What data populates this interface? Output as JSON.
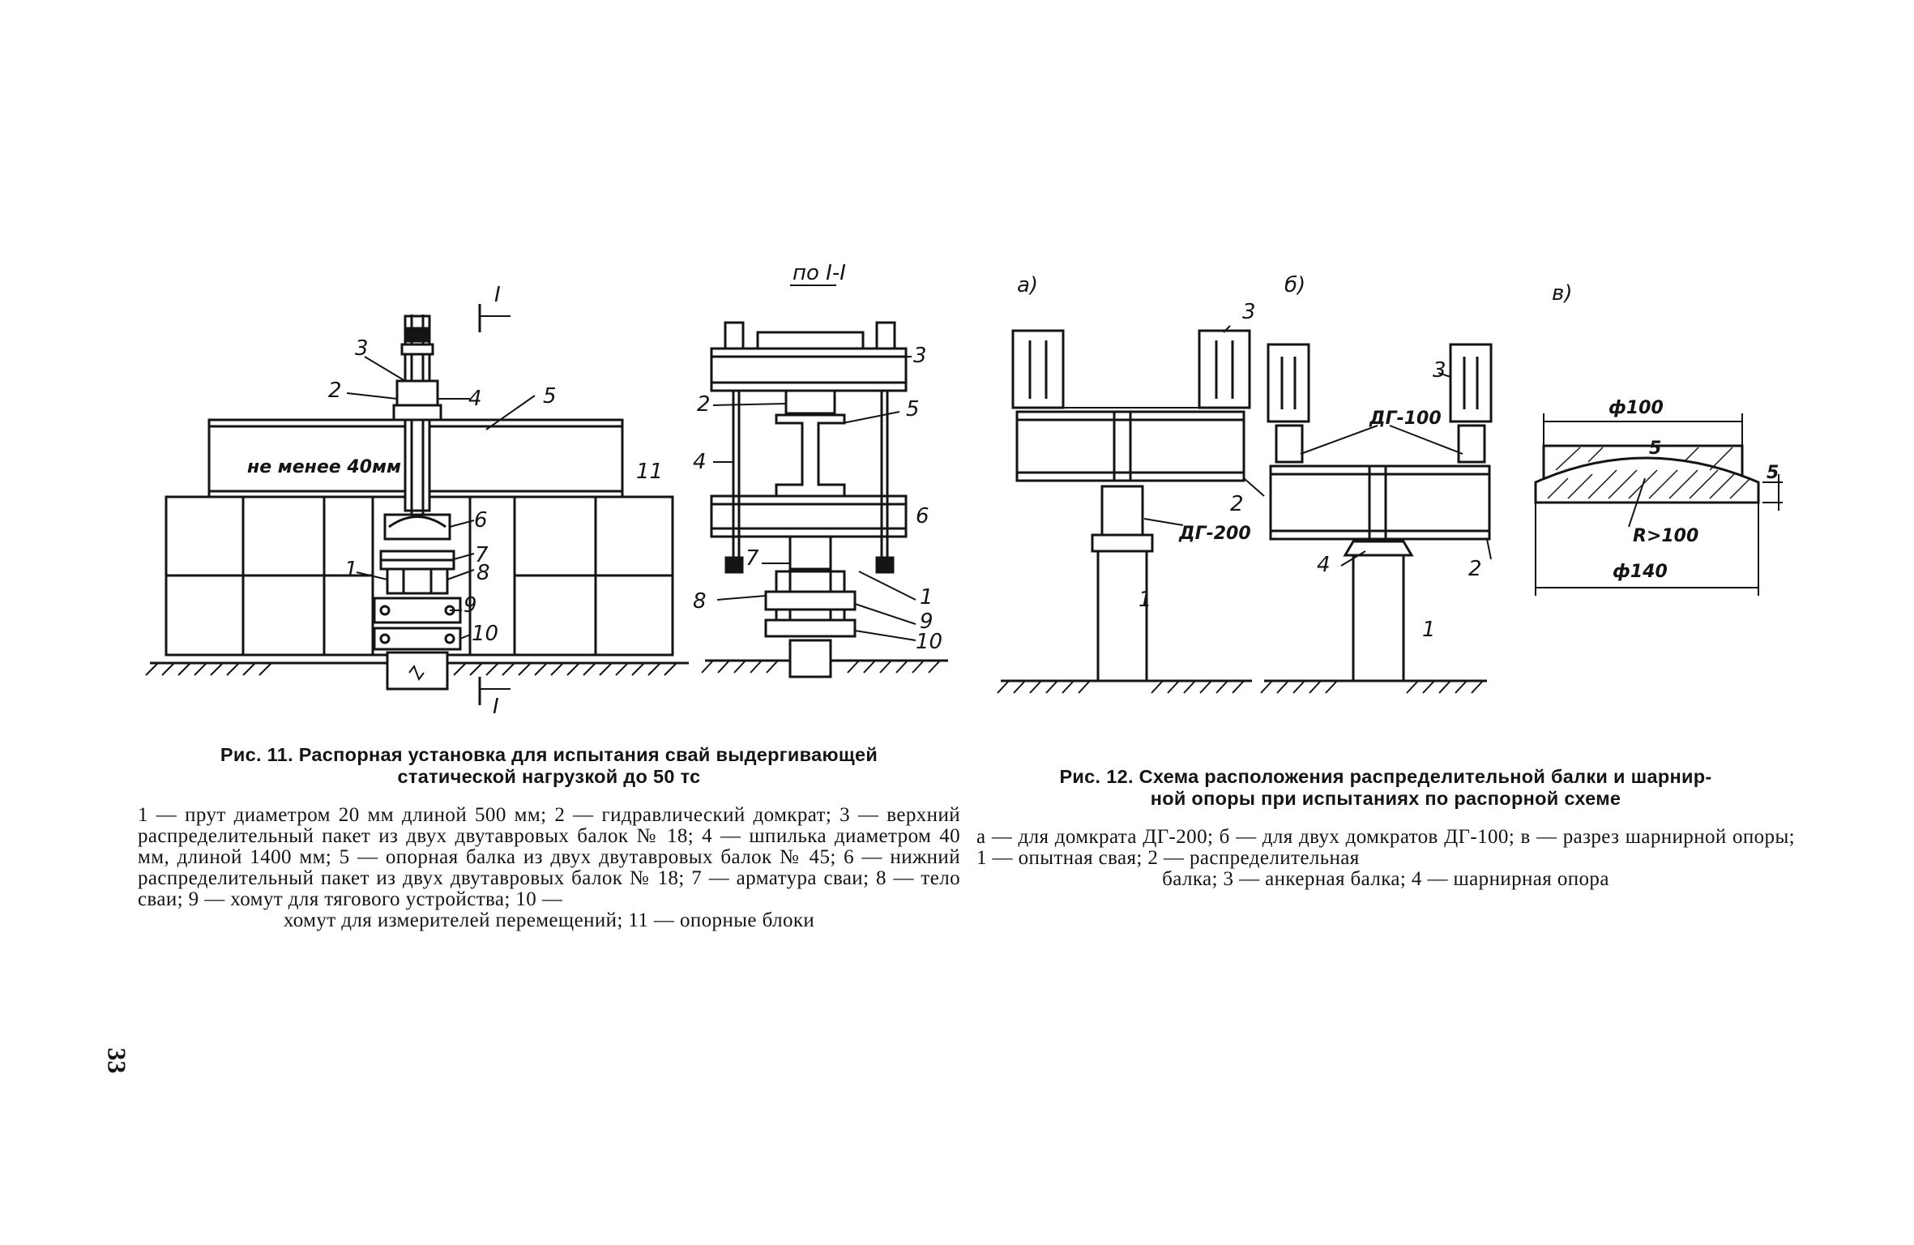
{
  "page": {
    "number": "33"
  },
  "figure11": {
    "section_label": "по I-I",
    "section_marker": "I",
    "annotation": "не менее 40мм",
    "elevation_labels": [
      "1",
      "2",
      "3",
      "4",
      "5",
      "6",
      "7",
      "8",
      "9",
      "10",
      "11"
    ],
    "section_labels": [
      "1",
      "2",
      "3",
      "4",
      "5",
      "6",
      "7",
      "8",
      "9",
      "10"
    ],
    "caption_title_line1": "Рис. 11. Распорная установка для испытания свай выдергивающей",
    "caption_title_line2": "статической нагрузкой до 50 тс",
    "caption_body": "1 — прут диаметром 20 мм длиной 500 мм; 2 — гидравлический домкрат; 3 — верхний распределительный пакет из двух двутавровых балок № 18; 4 — шпилька диаметром 40 мм, длиной 1400 мм; 5 — опорная балка из двух двутавровых балок № 45; 6 — нижний распределительный пакет из двух двутавровых балок № 18; 7 — арматура сваи; 8 — тело сваи; 9 — хомут для тягового устройства; 10 —",
    "caption_body_last": "хомут для измерителей перемещений; 11 — опорные блоки"
  },
  "figure12": {
    "panel_a": "а)",
    "panel_b": "б)",
    "panel_c": "в)",
    "jack_a": "ДГ-200",
    "jack_b": "ДГ-100",
    "dim_top": "ф100",
    "dim_bottom": "ф140",
    "radius": "R>100",
    "dim_h1": "5",
    "dim_h2": "5",
    "labels_a": [
      "1",
      "2",
      "3"
    ],
    "labels_b": [
      "1",
      "2",
      "3",
      "4"
    ],
    "caption_title_line1": "Рис. 12. Схема расположения распределительной балки и шарнир-",
    "caption_title_line2": "ной опоры при испытаниях по распорной схеме",
    "caption_body": "а — для домкрата ДГ-200; б — для двух домкратов ДГ-100; в — разрез шарнирной опоры; 1 — опытная свая; 2 — распределительная",
    "caption_body_last": "балка; 3 — анкерная балка; 4 — шарнирная опора"
  }
}
